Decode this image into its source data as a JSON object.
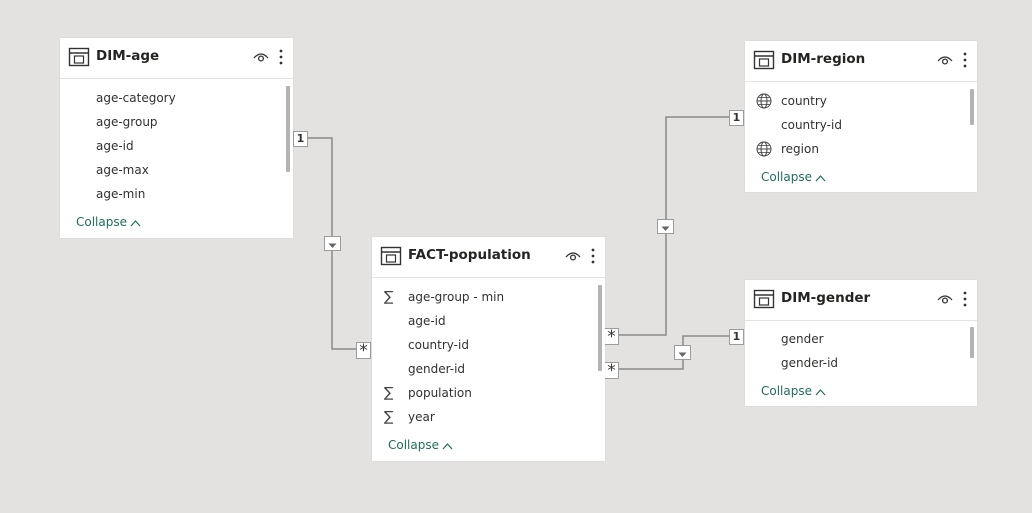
{
  "tables": [
    {
      "name": "DIM-age",
      "fields": [
        {
          "label": "age-category",
          "icon": ""
        },
        {
          "label": "age-group",
          "icon": ""
        },
        {
          "label": "age-id",
          "icon": ""
        },
        {
          "label": "age-max",
          "icon": ""
        },
        {
          "label": "age-min",
          "icon": ""
        }
      ],
      "collapse": "Collapse"
    },
    {
      "name": "DIM-region",
      "fields": [
        {
          "label": "country",
          "icon": "globe-icon"
        },
        {
          "label": "country-id",
          "icon": ""
        },
        {
          "label": "region",
          "icon": "globe-icon"
        }
      ],
      "collapse": "Collapse"
    },
    {
      "name": "FACT-population",
      "fields": [
        {
          "label": "age-group - min",
          "icon": "sigma-icon"
        },
        {
          "label": "age-id",
          "icon": ""
        },
        {
          "label": "country-id",
          "icon": ""
        },
        {
          "label": "gender-id",
          "icon": ""
        },
        {
          "label": "population",
          "icon": "sigma-icon"
        },
        {
          "label": "year",
          "icon": "sigma-icon"
        }
      ],
      "collapse": "Collapse"
    },
    {
      "name": "DIM-gender",
      "fields": [
        {
          "label": "gender",
          "icon": ""
        },
        {
          "label": "gender-id",
          "icon": ""
        }
      ],
      "collapse": "Collapse"
    }
  ],
  "relationships": [
    {
      "from_table": "DIM-age",
      "to_table": "FACT-population",
      "one_label": "1",
      "many_label": "*"
    },
    {
      "from_table": "DIM-region",
      "to_table": "FACT-population",
      "one_label": "1",
      "many_label": "*"
    },
    {
      "from_table": "DIM-gender",
      "to_table": "FACT-population",
      "one_label": "1",
      "many_label": "*"
    }
  ],
  "colors": {
    "canvas": "#e3e2e0",
    "line": "#8a8a8a",
    "collapse_text": "#1f6e5b"
  }
}
